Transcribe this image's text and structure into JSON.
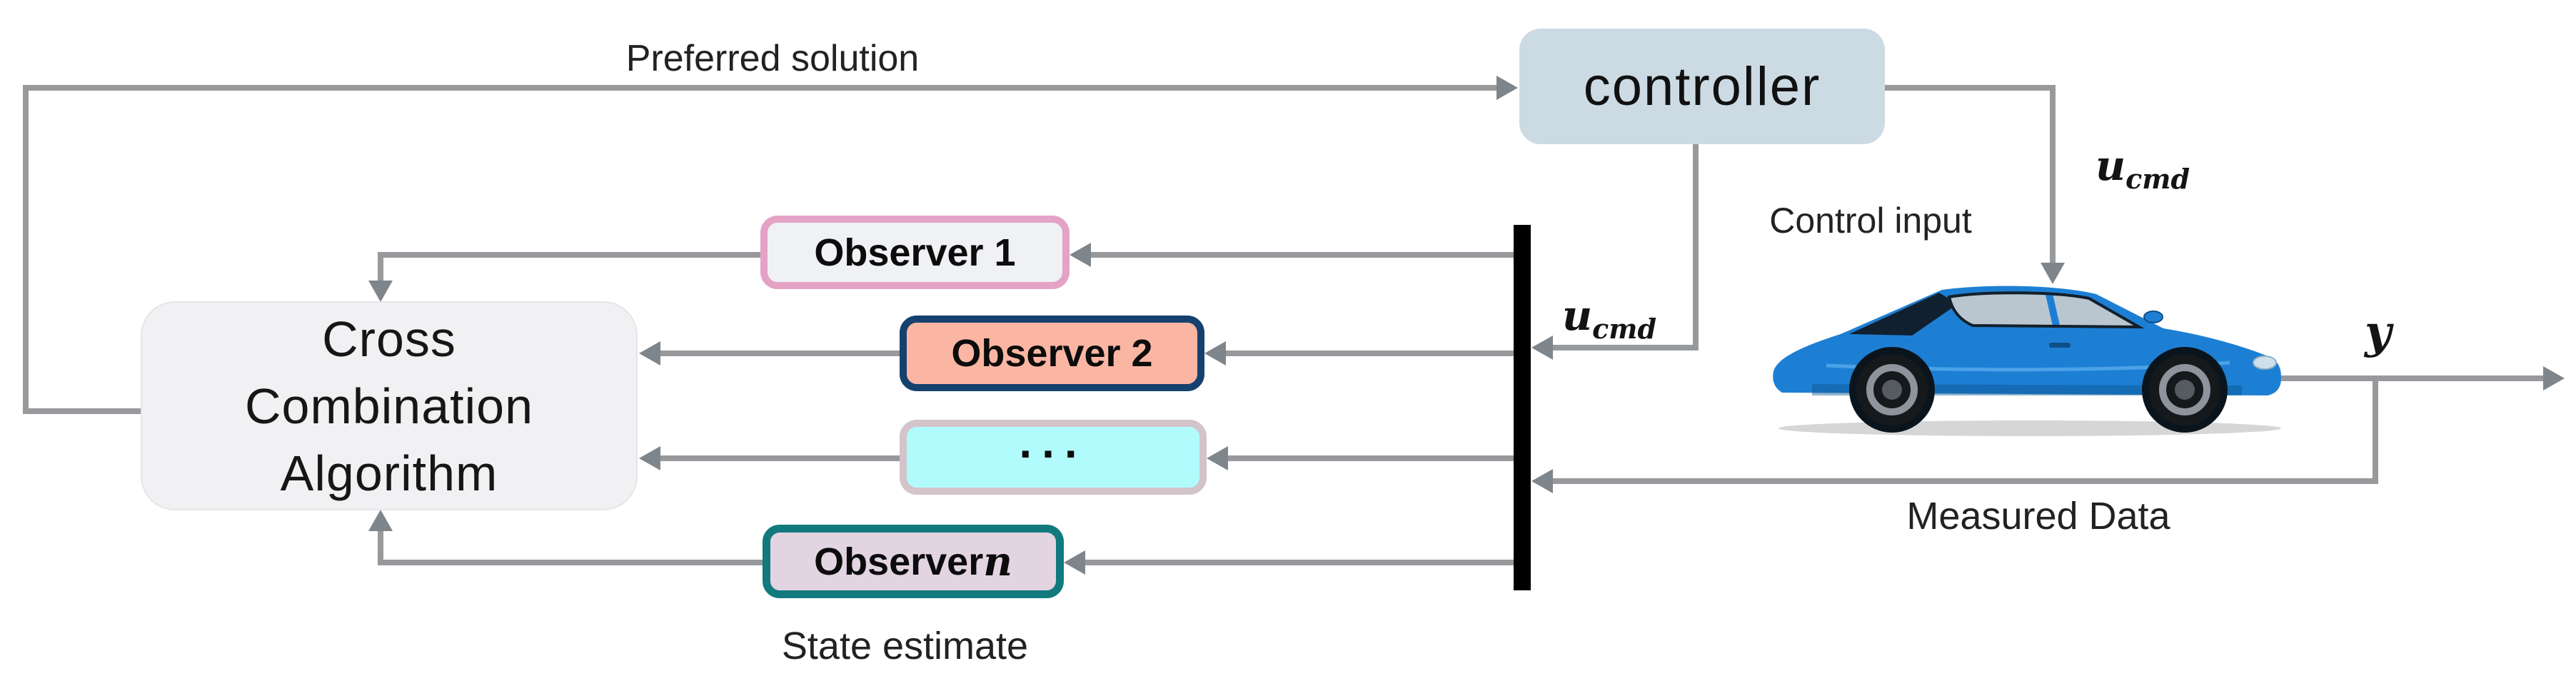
{
  "labels": {
    "preferred_solution": "Preferred solution",
    "control_input": "Control input",
    "measured_data": "Measured Data",
    "state_estimate": "State estimate"
  },
  "controller": {
    "label": "controller",
    "fill": "#ccdae3"
  },
  "cross_combination": {
    "line1": "Cross",
    "line2": "Combination",
    "line3": "Algorithm",
    "fill": "#f1f1f3",
    "border": "#e6e6e9"
  },
  "observers": [
    {
      "label": "Observer 1",
      "suffix": "",
      "fill": "#f0f1f5",
      "border": "#e4a3c6"
    },
    {
      "label": "Observer 2",
      "suffix": "",
      "fill": "#fbb6a3",
      "border": "#15416e"
    },
    {
      "label": "...",
      "suffix": "",
      "fill": "#b2fbfc",
      "border": "#d3c3cb"
    },
    {
      "label": "Observer ",
      "suffix": "n",
      "fill": "#e3d4e2",
      "border": "#127a7d"
    }
  ],
  "math": {
    "u_base": "u",
    "u_sub": "cmd",
    "output_y": "y"
  },
  "colors": {
    "line": "#97999c",
    "arrowhead": "#7e858b",
    "sum_bar": "#000000",
    "car_body_blue": "#1d7fd4",
    "canvas": "#ffffff"
  }
}
